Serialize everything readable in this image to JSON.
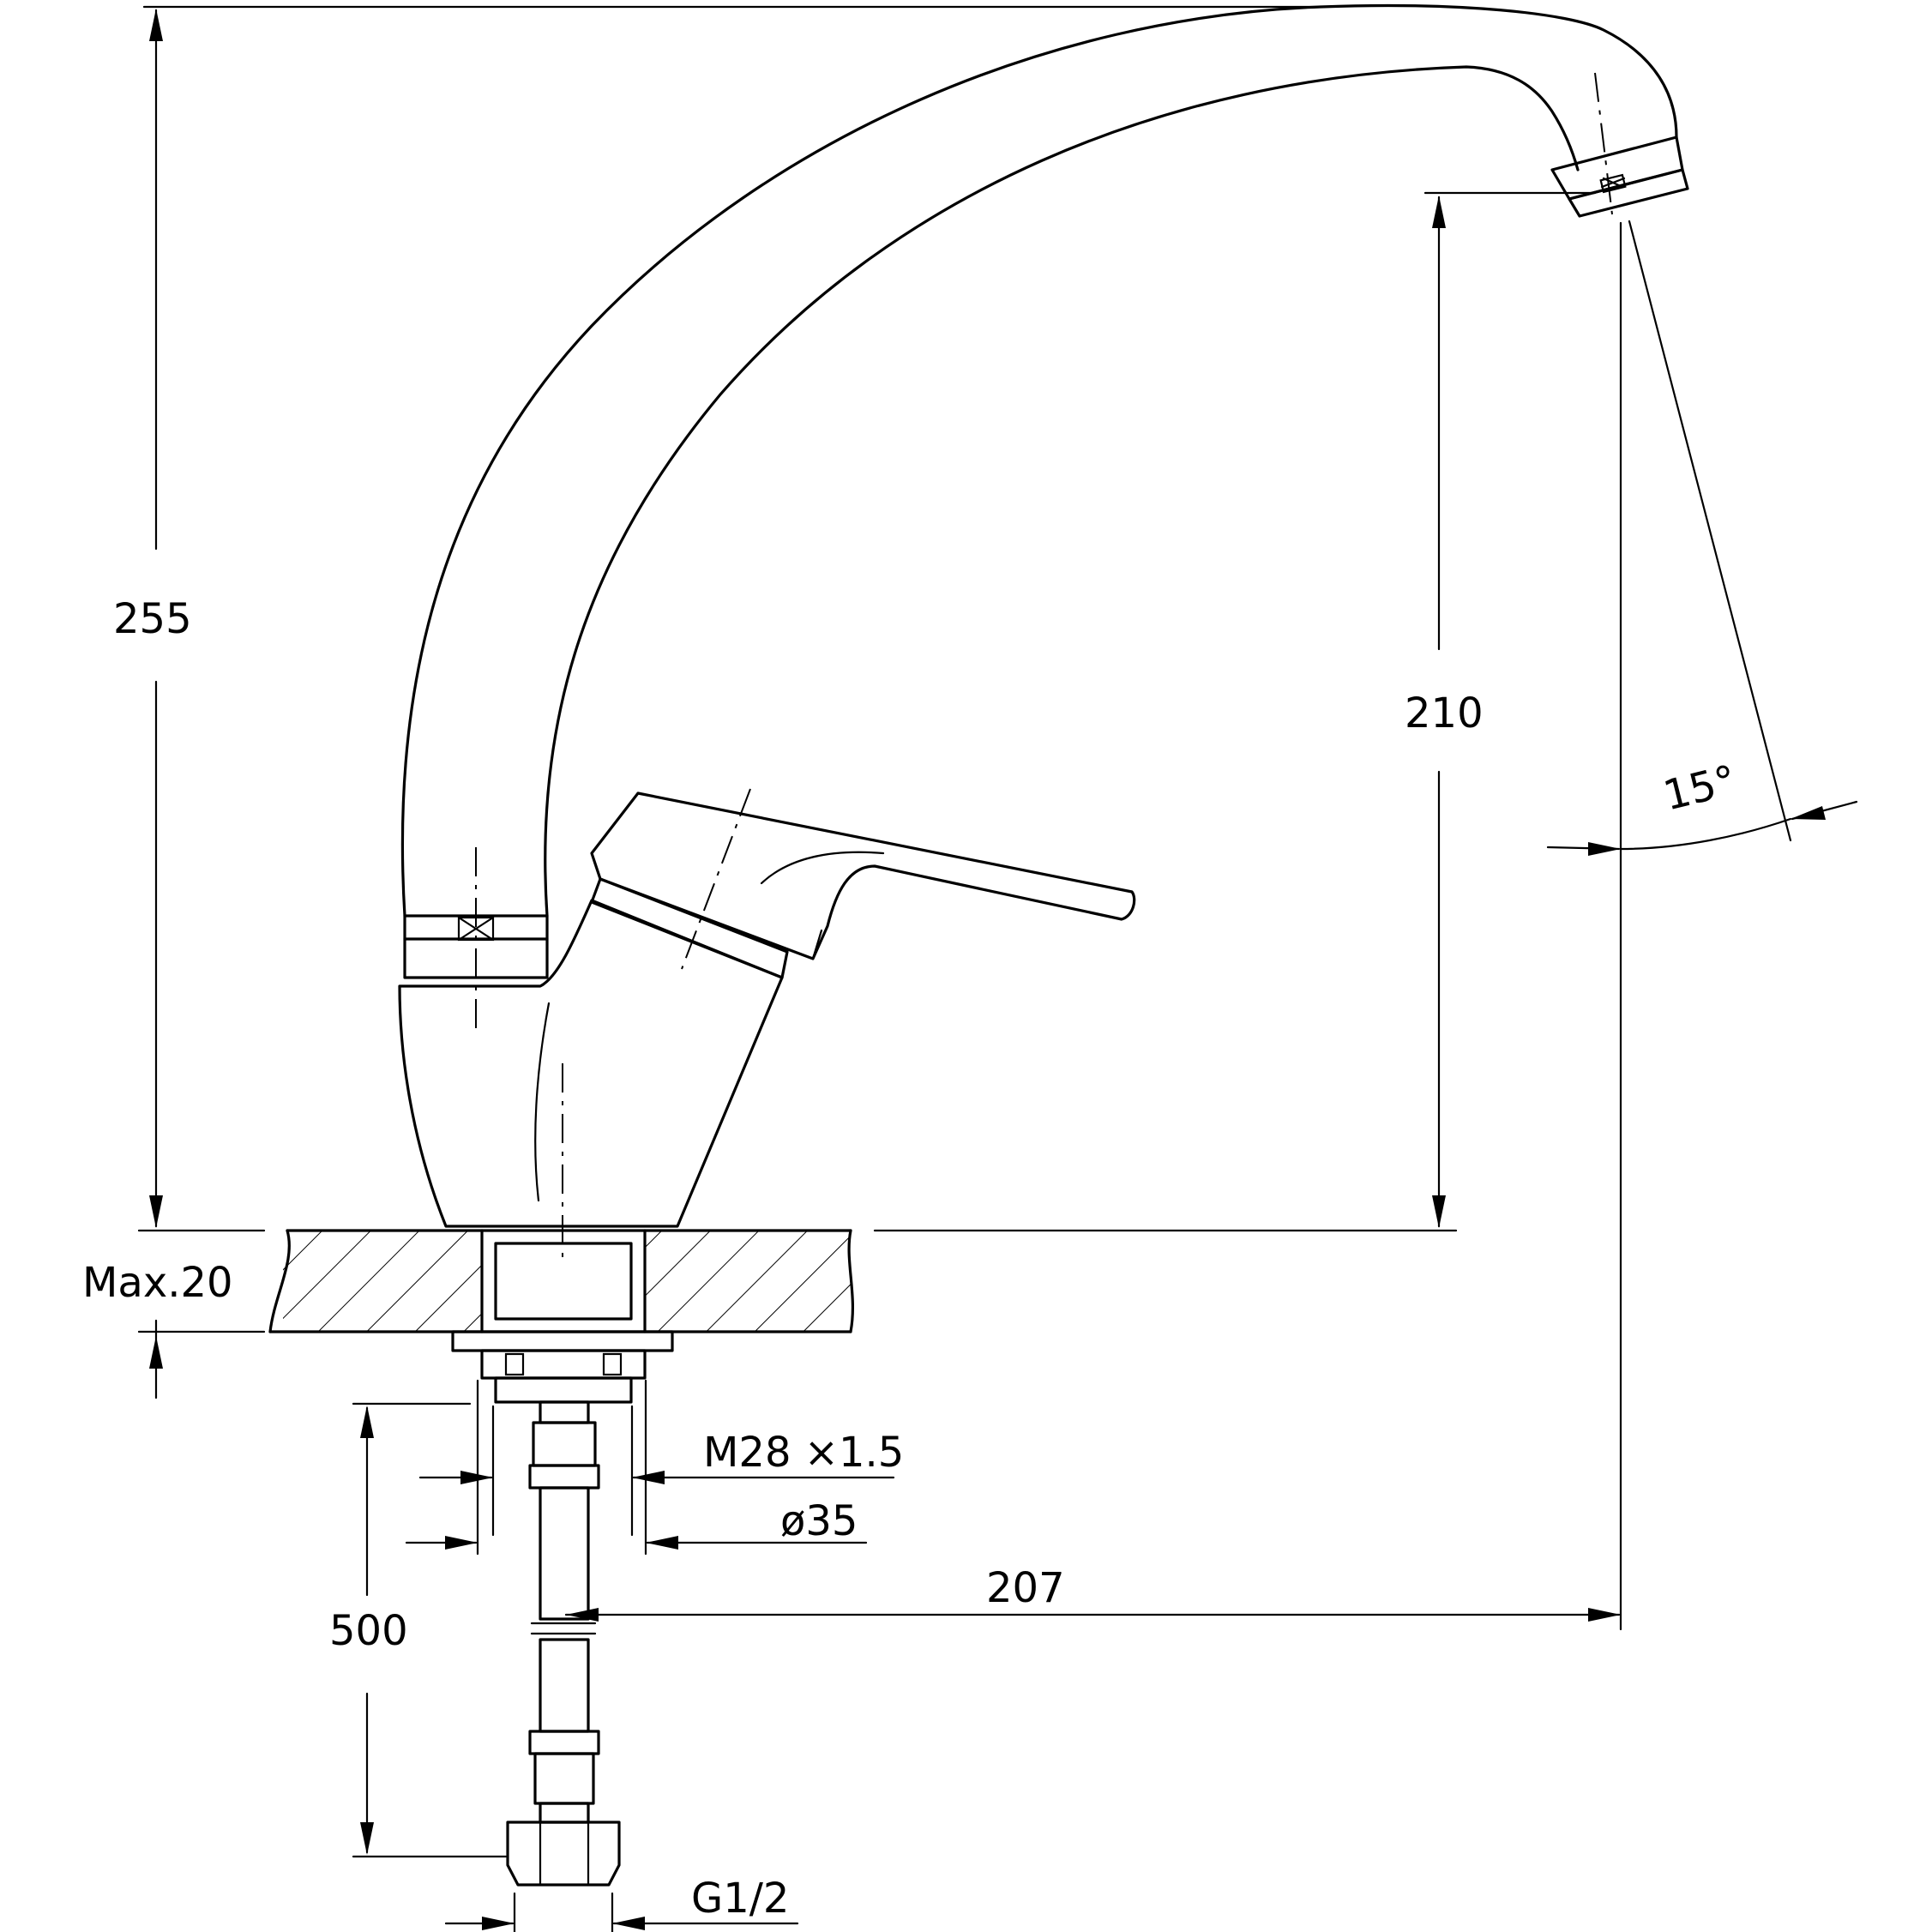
{
  "dimensions": {
    "overall_height": "255",
    "spout_height": "210",
    "deck_thickness": "Max.20",
    "thread": "M28 ×1.5",
    "body_diameter": "ø35",
    "reach": "207",
    "hose_length": "500",
    "hose_connection": "G1/2",
    "swivel_angle": "15°"
  },
  "colors": {
    "line": "#000000",
    "background": "#ffffff"
  }
}
